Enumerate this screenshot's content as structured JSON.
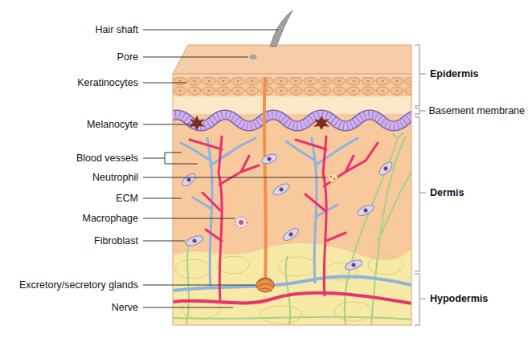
{
  "diagram": {
    "labels": [
      "Hair shaft",
      "Pore",
      "Keratinocytes",
      "Melanocyte",
      "Blood vessels",
      "Neutrophil",
      "ECM",
      "Macrophage",
      "Fibroblast",
      "Excretory/secretory glands",
      "Nerve",
      "Epidermis",
      "Basement membrane",
      "Dermis",
      "Hypodermis"
    ]
  }
}
